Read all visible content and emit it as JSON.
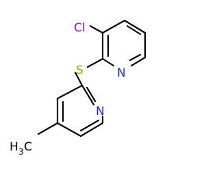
{
  "molecule": {
    "atoms": {
      "cl": "Cl",
      "s": "S",
      "n_top": "N",
      "n_bottom": "N",
      "methyl_h": "H",
      "methyl_sub": "3",
      "methyl_c": "C"
    },
    "colors": {
      "chlorine": "#8B1FA8",
      "sulfur": "#A0A000",
      "nitrogen": "#2222DD",
      "carbon": "#000000",
      "bond": "#000000"
    }
  }
}
